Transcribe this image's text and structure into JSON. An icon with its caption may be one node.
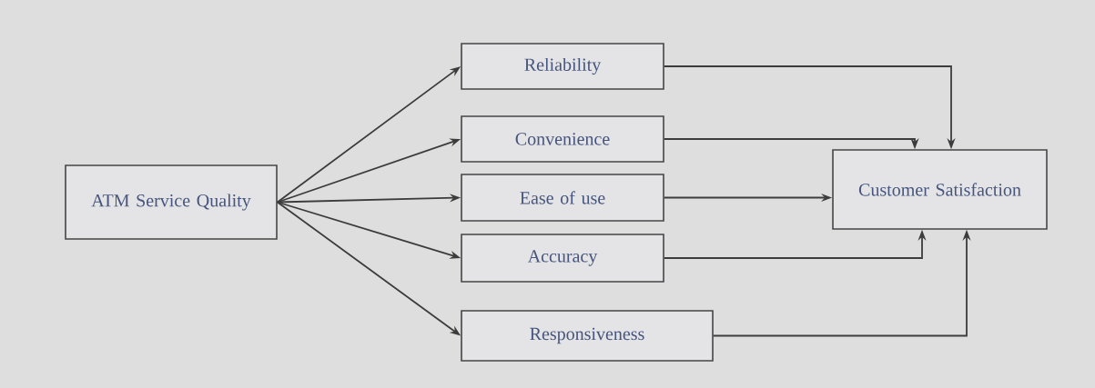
{
  "diagram": {
    "nodes": [
      {
        "text": [
          "ATM Service Quality"
        ]
      },
      {
        "text": [
          "Reliability"
        ]
      },
      {
        "text": [
          "Convenience"
        ]
      },
      {
        "text": [
          "Ease of use"
        ]
      },
      {
        "text": [
          "Accuracy"
        ]
      },
      {
        "text": [
          "Responsiveness"
        ]
      },
      {
        "text": [
          "Customer Satisfaction"
        ]
      }
    ],
    "edges": [
      {
        "from": 0,
        "to": 1,
        "arrow": "to"
      },
      {
        "from": 0,
        "to": 2,
        "arrow": "to"
      },
      {
        "from": 0,
        "to": 3,
        "arrow": "to"
      },
      {
        "from": 0,
        "to": 4,
        "arrow": "to"
      },
      {
        "from": 0,
        "to": 5,
        "arrow": "to"
      },
      {
        "from": 1,
        "to": 6,
        "arrow": "to"
      },
      {
        "from": 2,
        "to": 6,
        "arrow": "to"
      },
      {
        "from": 3,
        "to": 6,
        "arrow": "to"
      },
      {
        "from": 4,
        "to": 6,
        "arrow": "to"
      },
      {
        "from": 5,
        "to": 6,
        "arrow": "to"
      }
    ]
  }
}
